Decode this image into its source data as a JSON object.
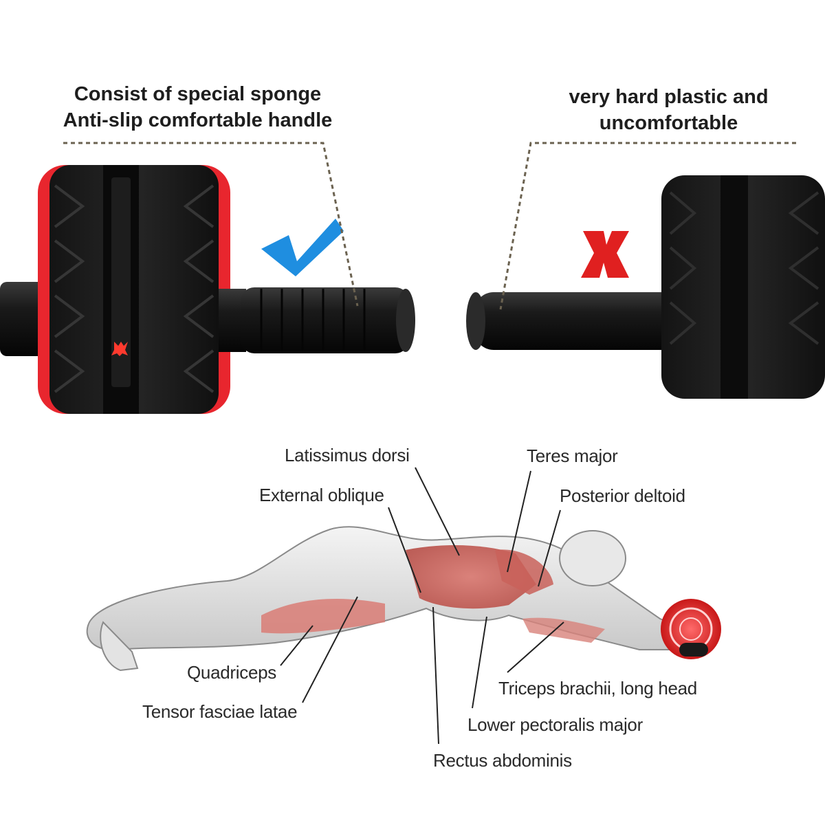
{
  "comparison": {
    "good": {
      "caption_line1": "Consist of special sponge",
      "caption_line2": "Anti-slip comfortable handle",
      "mark_icon": "check-mark-icon",
      "mark_color": "#1f8ee0",
      "accent_color": "#e8262e"
    },
    "bad": {
      "caption_line1": "very hard plastic and",
      "caption_line2": "uncomfortable",
      "mark_icon": "x-mark-icon",
      "mark_color": "#e02020"
    }
  },
  "muscles": {
    "latissimus_dorsi": "Latissimus dorsi",
    "teres_major": "Teres major",
    "external_oblique": "External oblique",
    "posterior_deltoid": "Posterior deltoid",
    "quadriceps": "Quadriceps",
    "tensor_fasciae_latae": "Tensor fasciae latae",
    "triceps_long_head": "Triceps brachii, long head",
    "lower_pectoralis_major": "Lower pectoralis major",
    "rectus_abdominis": "Rectus abdominis"
  }
}
